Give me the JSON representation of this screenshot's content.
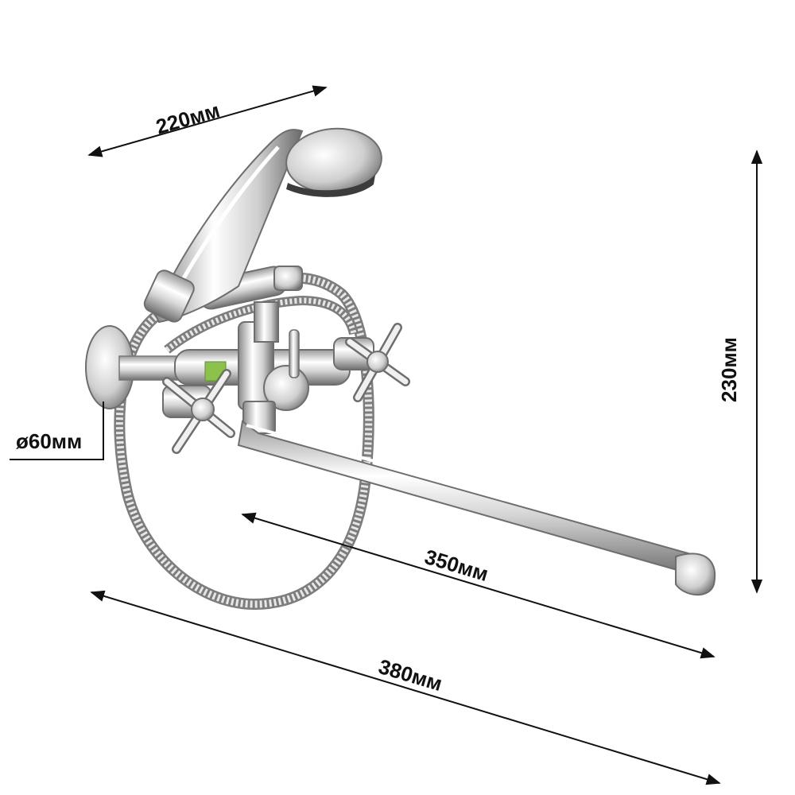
{
  "dimensions": {
    "shower_width": "220мм",
    "height": "230мм",
    "spout_length": "350мм",
    "total_length": "380мм",
    "flange_diameter": "ø60мм"
  },
  "colors": {
    "dimension_line": "#111111",
    "chrome_light": "#f4f4f4",
    "chrome_mid": "#c8c8c8",
    "chrome_dark": "#7a7a7a",
    "label_green": "#8bc34a"
  }
}
